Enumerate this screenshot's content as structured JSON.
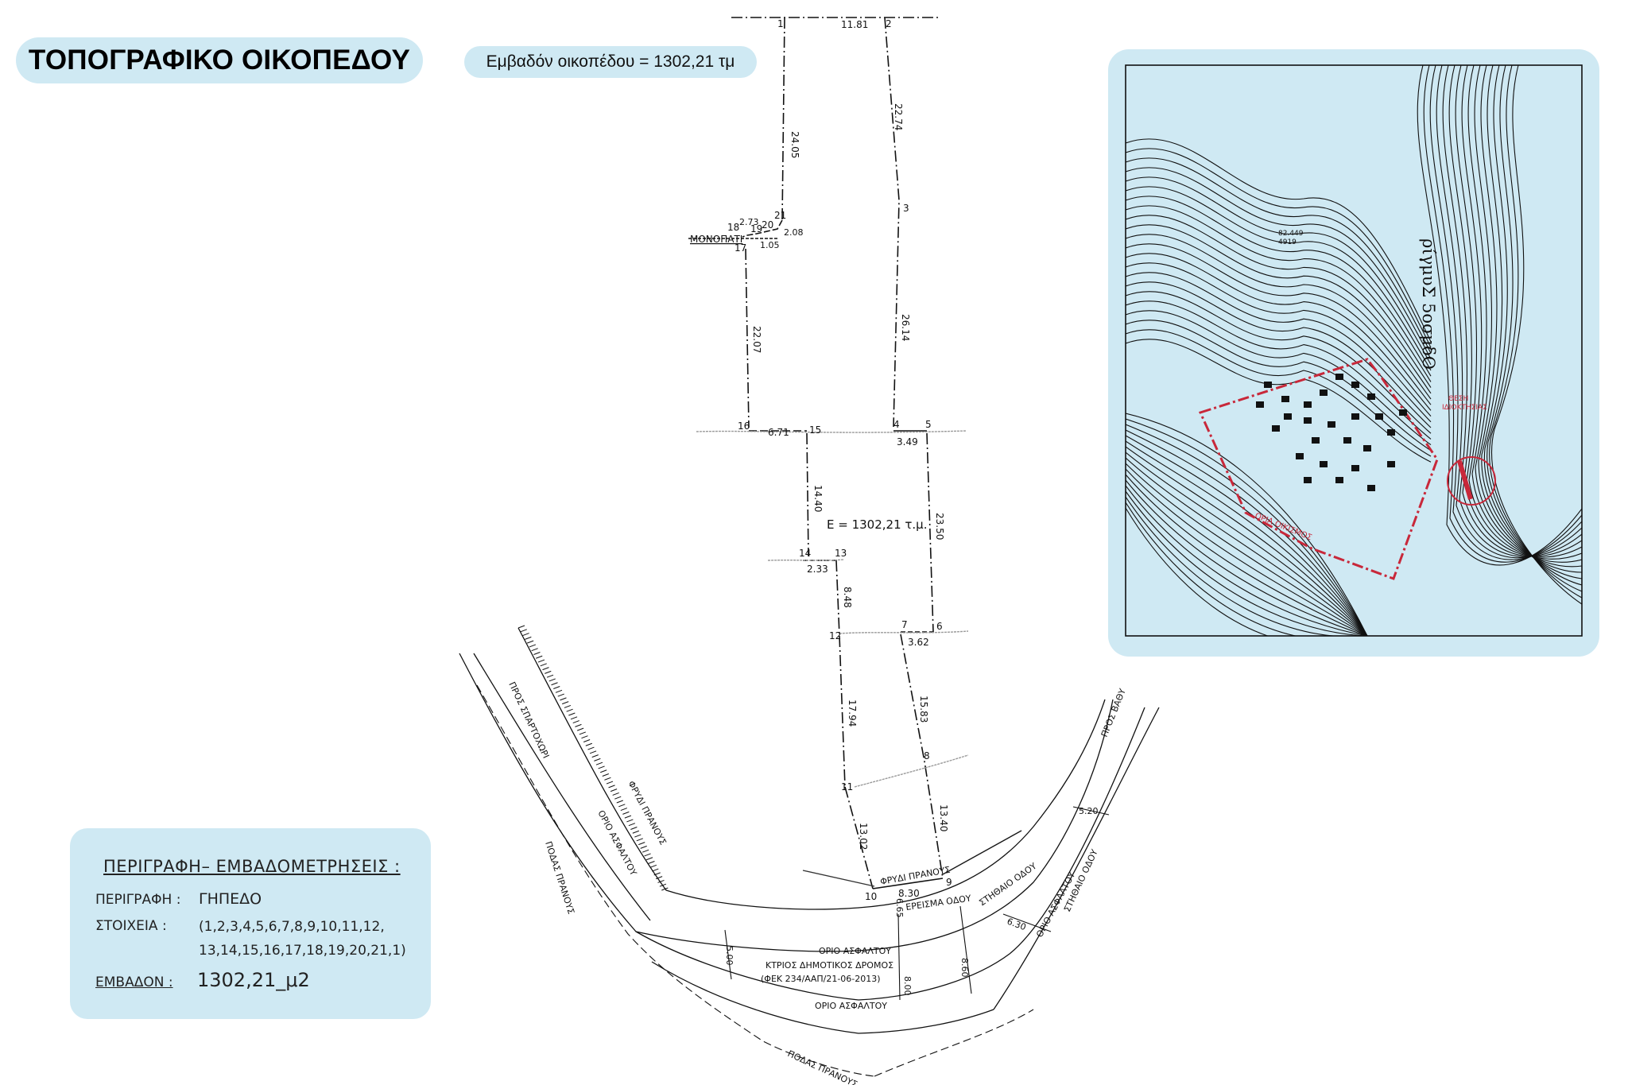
{
  "header": {
    "title": "ΤΟΠΟΓΡΑΦΙΚΟ ΟΙΚΟΠΕΔΟΥ",
    "area_label": "Εμβαδόν οικοπέδου = 1302,21 τμ"
  },
  "plan": {
    "area_text": "E = 1302,21 τ.μ.",
    "path_label": "ΜΟΝΟΠΑΤΙ",
    "points": [
      "1",
      "2",
      "3",
      "4",
      "5",
      "6",
      "7",
      "8",
      "9",
      "10",
      "11",
      "12",
      "13",
      "14",
      "15",
      "16",
      "17",
      "18",
      "19",
      "20",
      "21"
    ],
    "dimensions": [
      "11.81",
      "24.05",
      "22.74",
      "2.73",
      "1.05",
      "2.08",
      "22.07",
      "26.14",
      "6.71",
      "3.49",
      "14.40",
      "23.50",
      "2.33",
      "8.48",
      "3.62",
      "17.94",
      "15.83",
      "13.02",
      "13.40",
      "8.30",
      "5.00",
      "6.65",
      "8.00",
      "8.60",
      "6.30",
      "5.20"
    ],
    "road_labels": {
      "to_spartochori": "ΠΡΟΣ ΣΠΑΡΤΟΧΩΡΙ",
      "to_vathy": "ΠΡΟΣ ΒΑΘΥ",
      "fill_slope_1": "ΦΡΥΔΙ ΠΡΑΝΟΥΣ",
      "fill_slope_2": "ΦΡΥΔΙ ΠΡΑΝΟΥΣ",
      "asphalt_1": "ΟΡΙΟ ΑΣΦΑΛΤΟΥ",
      "asphalt_2": "ΟΡΙΟ ΑΣΦΑΛΤΟΥ",
      "asphalt_3": "ΟΡΙΟ ΑΣΦΑΛΤΟΥ",
      "asphalt_4": "ΟΡΙΟ ΑΣΦΑΛΤΟΥ",
      "toe_slope_1": "ΠΟΔΑΣ ΠΡΑΝΟΥΣ",
      "toe_slope_2": "ΠΟΔΑΣ ΠΡΑΝΟΥΣ",
      "retaining": "ΕΡΕΙΣΜΑ ΟΔΟΥ",
      "stitheo_1": "ΣΤΗΘΑΙΟ ΟΔΟΥ",
      "stitheo_2": "ΣΤΗΘΑΙΟ ΟΔΟΥ",
      "main_road_1": "ΚΤΡΙΟΣ ΔΗΜΟΤΙΚΟΣ ΔΡΟΜΟΣ",
      "main_road_2": "(ΦΕΚ 234/ΑΑΠ/21-06-2013)"
    }
  },
  "inset": {
    "channel_label": "ρίγμυΣ 5οσμδΟ",
    "property_label_1": "ΘΕΣΗ",
    "property_label_2": "ΙΔΙΟΚΤΗΣΙΑΣ",
    "settlement_label": "ΟΡΙΑ ΟΙΚΙΣΜΟΣ",
    "heights": [
      "82.449",
      "4919"
    ],
    "colors": {
      "boundary": "#c8283a",
      "background": "#cfe9f3"
    }
  },
  "info": {
    "heading": "ΠΕΡΙΓΡΑΦΗ– ΕΜΒΑΔΟΜΕΤΡΗΣΕΙΣ :",
    "desc_label": "ΠΕΡΙΓΡΑΦΗ :",
    "desc_value": "ΓΗΠΕΔΟ",
    "elements_label": "ΣΤΟΙΧΕΙΑ :",
    "elements_line1": "(1,2,3,4,5,6,7,8,9,10,11,12,",
    "elements_line2": "13,14,15,16,17,18,19,20,21,1)",
    "area_label": "ΕΜΒΑΔΟΝ :",
    "area_value": "1302,21_μ2"
  }
}
